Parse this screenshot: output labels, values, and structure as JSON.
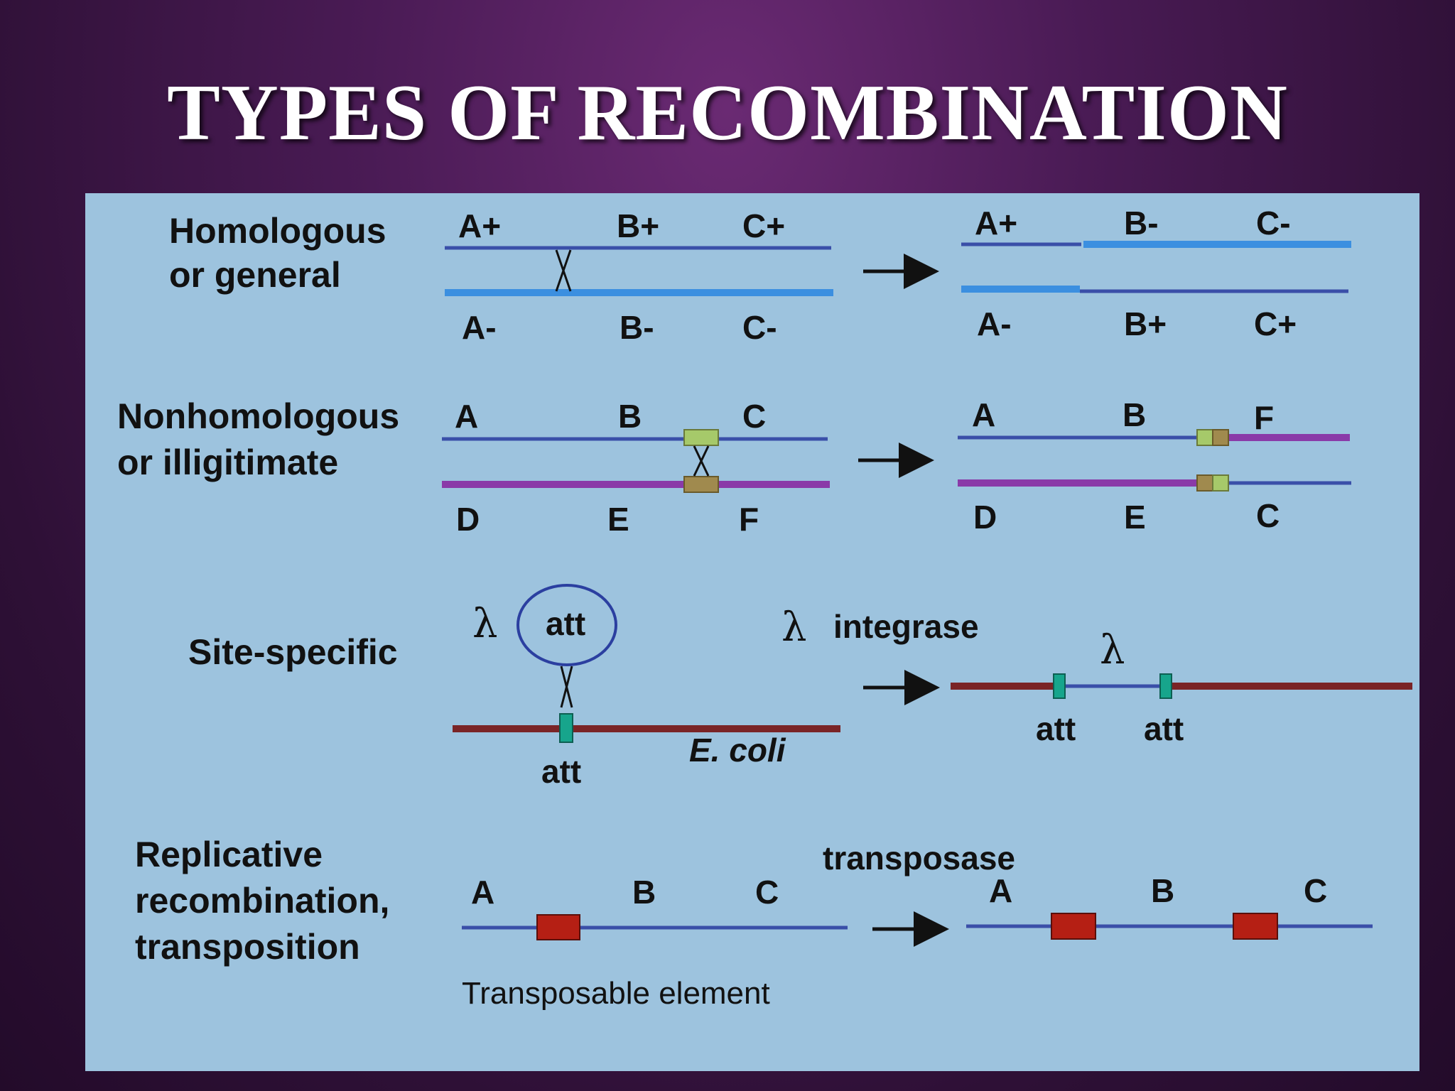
{
  "slide": {
    "title": "TYPES OF RECOMBINATION"
  },
  "homologous": {
    "label": [
      "Homologous",
      "or general"
    ],
    "before_top": [
      "A+",
      "B+",
      "C+"
    ],
    "before_bottom": [
      "A-",
      "B-",
      "C-"
    ],
    "after_top": [
      "A+",
      "B-",
      "C-"
    ],
    "after_bottom": [
      "A-",
      "B+",
      "C+"
    ]
  },
  "nonhomologous": {
    "label": [
      "Nonhomologous",
      "or illigitimate"
    ],
    "before_top": [
      "A",
      "B",
      "C"
    ],
    "before_bottom": [
      "D",
      "E",
      "F"
    ],
    "after_top": [
      "A",
      "B",
      "F"
    ],
    "after_bottom": [
      "D",
      "E",
      "C"
    ]
  },
  "site_specific": {
    "label": "Site-specific",
    "lambda": "λ",
    "circle_label": "att",
    "site_label": "att",
    "host_label": "E. coli",
    "enzyme": "integrase",
    "after_lambda": "λ",
    "after_sites": [
      "att",
      "att"
    ]
  },
  "replicative": {
    "label": [
      "Replicative",
      "recombination,",
      "transposition"
    ],
    "before": [
      "A",
      "B",
      "C"
    ],
    "enzyme": "transposase",
    "after": [
      "A",
      "B",
      "C"
    ],
    "element_label": "Transposable element"
  },
  "colors": {
    "panel": "#9dc3de",
    "dark_blue_line": "#3a4fa8",
    "light_blue_line": "#3b8fe0",
    "purple_line": "#8a3aa8",
    "maroon_line": "#7a2426",
    "teal_site": "#17a58c",
    "red_element": "#b51f14",
    "green_box": "#a6c96a",
    "brown_box": "#a08a4e"
  }
}
